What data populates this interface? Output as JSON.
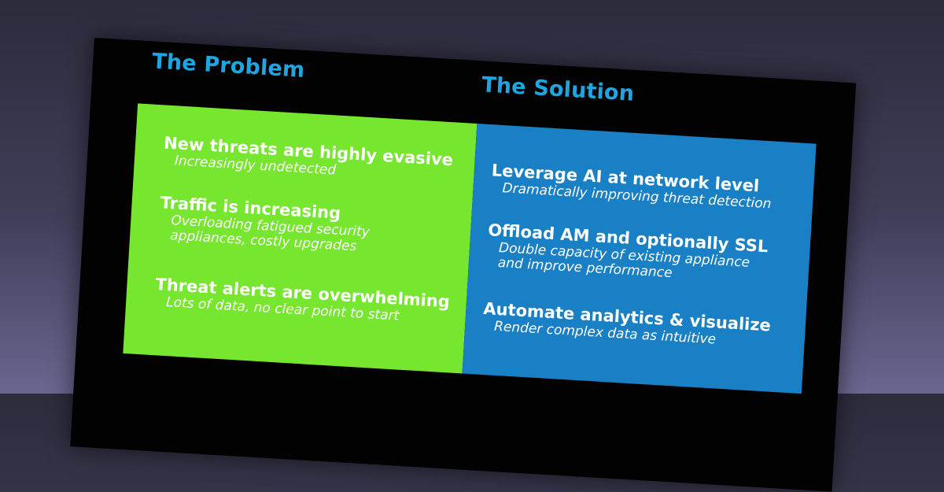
{
  "problem": {
    "heading": "The Problem",
    "items": [
      {
        "title": "New threats are highly evasive",
        "sub1": "Increasingly undetected",
        "sub2": ""
      },
      {
        "title": "Traffic is increasing",
        "sub1": "Overloading fatigued security",
        "sub2": "appliances, costly upgrades"
      },
      {
        "title": "Threat alerts are overwhelming",
        "sub1": "Lots of data, no clear point to start",
        "sub2": ""
      }
    ]
  },
  "solution": {
    "heading": "The Solution",
    "items": [
      {
        "title": "Leverage AI at network level",
        "sub1": "Dramatically improving threat detection",
        "sub2": ""
      },
      {
        "title": "Offload AM and optionally SSL",
        "sub1": "Double capacity of existing appliance",
        "sub2": "and improve performance"
      },
      {
        "title": "Automate analytics & visualize",
        "sub1": "Render complex data as intuitive",
        "sub2": ""
      }
    ]
  },
  "colors": {
    "heading": "#1fa6e0",
    "problem_panel": "#76e62f",
    "solution_panel": "#1a80c6",
    "slide_background": "#020203"
  }
}
